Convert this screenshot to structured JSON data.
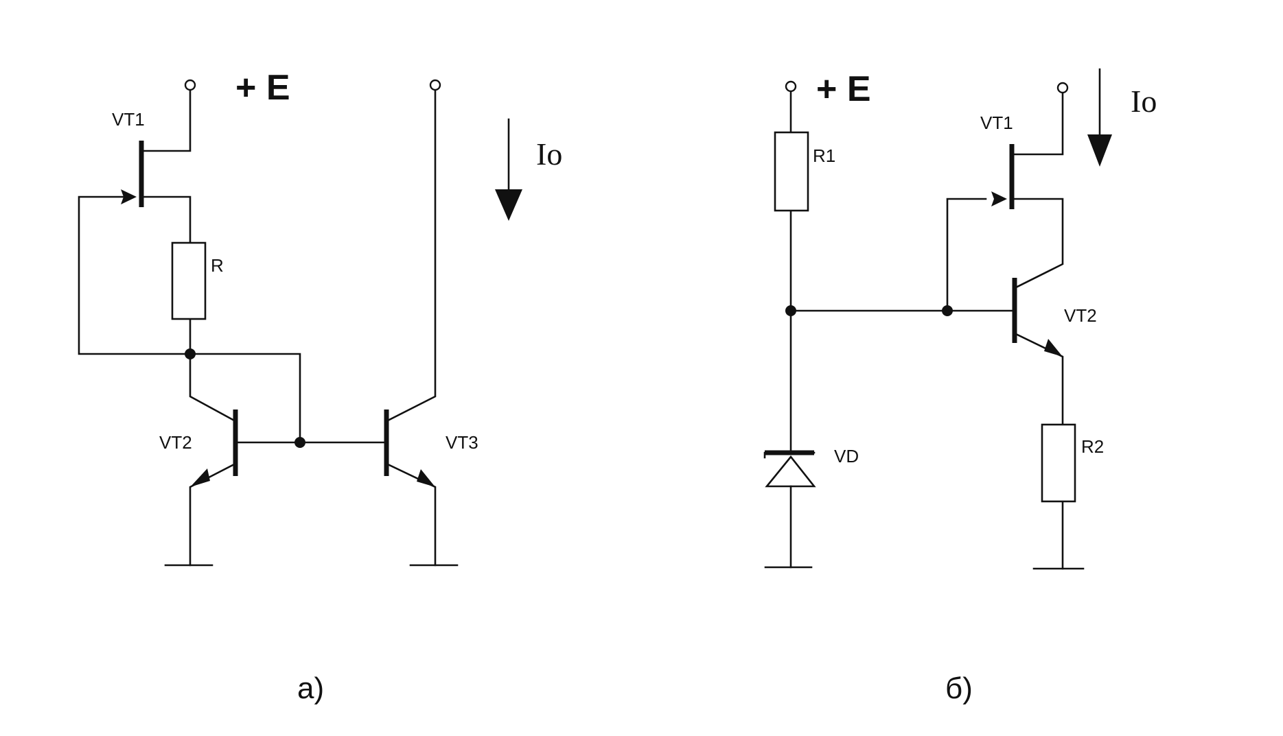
{
  "diagram_a": {
    "supply_label": "+ E",
    "current_label": "Io",
    "vt1_label": "VT1",
    "r_label": "R",
    "vt2_label": "VT2",
    "vt3_label": "VT3",
    "caption": "а)"
  },
  "diagram_b": {
    "supply_label": "+ E",
    "current_label": "Io",
    "r1_label": "R1",
    "vt1_label": "VT1",
    "vt2_label": "VT2",
    "vd_label": "VD",
    "r2_label": "R2",
    "caption": "б)"
  },
  "colors": {
    "ink": "#111111",
    "background": "#ffffff"
  }
}
